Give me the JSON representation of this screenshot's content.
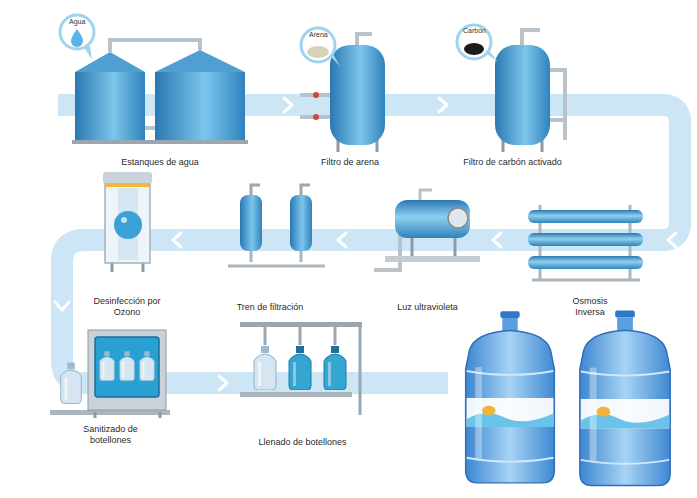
{
  "diagram": {
    "nodes": [
      {
        "text": [
          "Estanques de agua"
        ]
      },
      {
        "text": [
          "Filtro de arena"
        ]
      },
      {
        "text": [
          "Filtro de carbón activado"
        ]
      },
      {
        "text": [
          "Osmosis Inversa"
        ]
      },
      {
        "text": [
          "Luz ultravioleta"
        ]
      },
      {
        "text": [
          "Tren de filtración"
        ]
      },
      {
        "text": [
          "Desinfección por Ozono"
        ]
      },
      {
        "text": [
          "Sanitizado de botellones"
        ]
      },
      {
        "text": [
          "Llenado de botellones"
        ]
      }
    ],
    "edges": [
      {
        "from": 0,
        "to": 1,
        "arrow": "to"
      },
      {
        "from": 1,
        "to": 2,
        "arrow": "to"
      },
      {
        "from": 2,
        "to": 3,
        "arrow": "to"
      },
      {
        "from": 3,
        "to": 4,
        "arrow": "to"
      },
      {
        "from": 4,
        "to": 5,
        "arrow": "to"
      },
      {
        "from": 5,
        "to": 6,
        "arrow": "to"
      },
      {
        "from": 6,
        "to": 7,
        "arrow": "to"
      },
      {
        "from": 7,
        "to": 8,
        "arrow": "to"
      }
    ],
    "labels": [
      "Agua",
      "Arena",
      "Carbón"
    ]
  }
}
